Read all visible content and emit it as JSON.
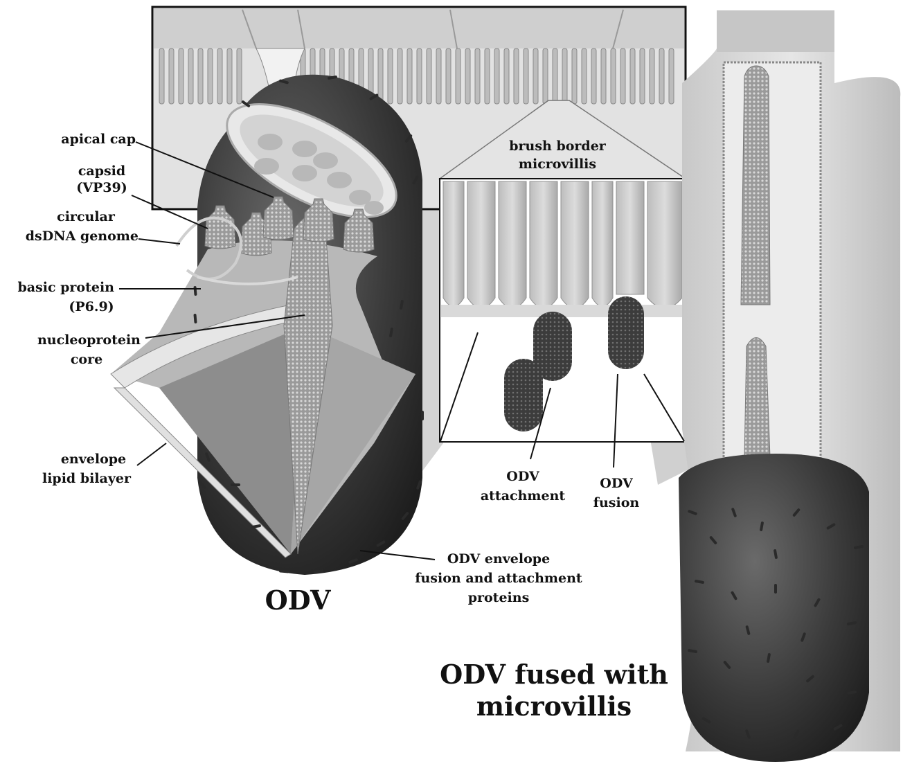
{
  "labels": {
    "apical_cap": "apical cap",
    "capsid": "capsid",
    "capsid_protein": "(VP39)",
    "circular": "circular",
    "dsdna_genome": "dsDNA genome",
    "basic_protein": "basic protein",
    "basic_protein_id": "(P6.9)",
    "nucleoprotein": "nucleoprotein",
    "core": "core",
    "envelope": "envelope",
    "lipid_bilayer": "lipid bilayer",
    "odv_title": "ODV",
    "envelope_proteins_1": "ODV envelope",
    "envelope_proteins_2": "fusion and attachment",
    "envelope_proteins_3": "proteins",
    "brush_border": "brush border",
    "microvillis": "microvillis",
    "odv_attachment_1": "ODV",
    "odv_attachment_2": "attachment",
    "odv_fusion_1": "ODV",
    "odv_fusion_2": "fusion",
    "fused_title_1": "ODV fused with",
    "fused_title_2": "microvillis"
  }
}
